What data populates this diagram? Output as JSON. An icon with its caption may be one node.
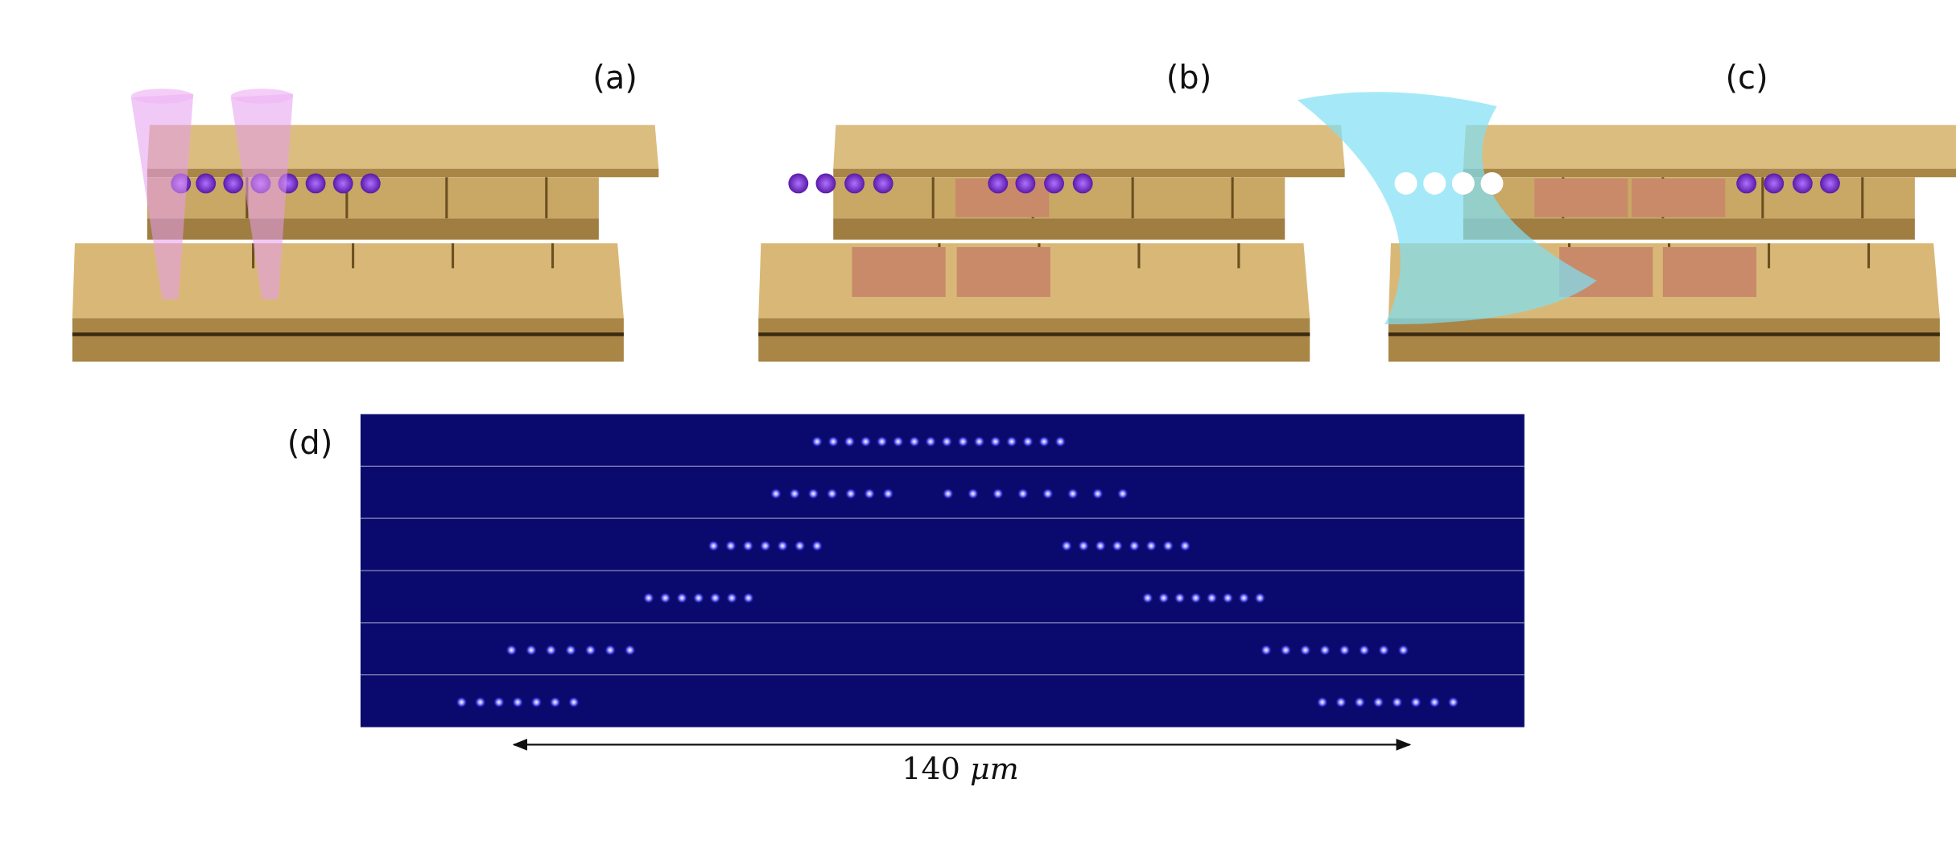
{
  "diagram": {
    "labels": [
      "(a)",
      "(b)",
      "(c)",
      "(d)",
      "140 *μm*"
    ]
  }
}
